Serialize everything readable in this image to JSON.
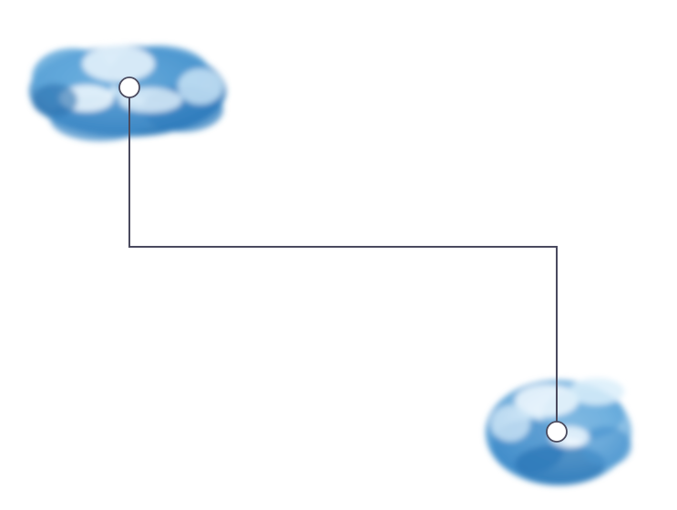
{
  "diagram": {
    "nodes": [
      {
        "id": "cloud-top-left",
        "icon": "cloud-icon"
      },
      {
        "id": "cloud-bottom-right",
        "icon": "cloud-icon"
      }
    ],
    "connectors": [
      {
        "from": "cloud-top-left",
        "to": "cloud-bottom-right",
        "style": "orthogonal",
        "endpoints": "open-circle"
      }
    ]
  },
  "colors": {
    "background": "#ffffff",
    "connector": "#4a4a5e",
    "endpoint_fill": "#ffffff",
    "cloud_dark": "#1f6fb2",
    "cloud_mid": "#5aa3d8",
    "cloud_light": "#d9ecf8"
  }
}
